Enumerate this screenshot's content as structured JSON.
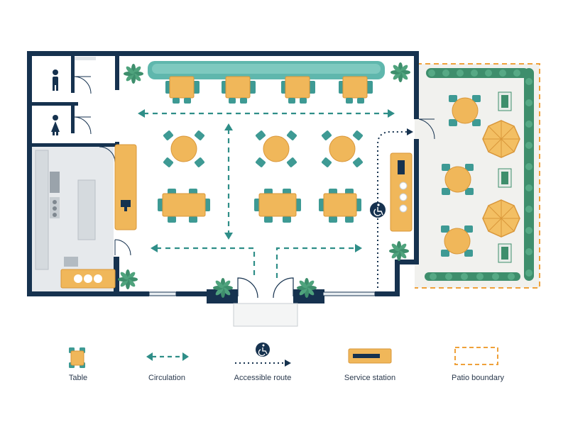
{
  "legend": {
    "table": "Table",
    "circulation": "Circulation",
    "accessible_route": "Accessible route",
    "service_station": "Service station",
    "patio_boundary": "Patio boundary"
  },
  "colors": {
    "wall": "#16324f",
    "table": "#f0b75a",
    "table_edge": "#d9973a",
    "chair": "#3e9a94",
    "circulation": "#2f8e88",
    "accessible": "#16324f",
    "service": "#f0b75a",
    "patio_boundary": "#efa13a",
    "plant": "#3e8e6c",
    "kitchen": "#e6e9ec",
    "banquette": "#5fb7ad"
  },
  "icons": {
    "restroom_1": "person-icon",
    "restroom_2": "person-icon",
    "accessible": "wheelchair-icon",
    "register": "monitor-icon"
  }
}
